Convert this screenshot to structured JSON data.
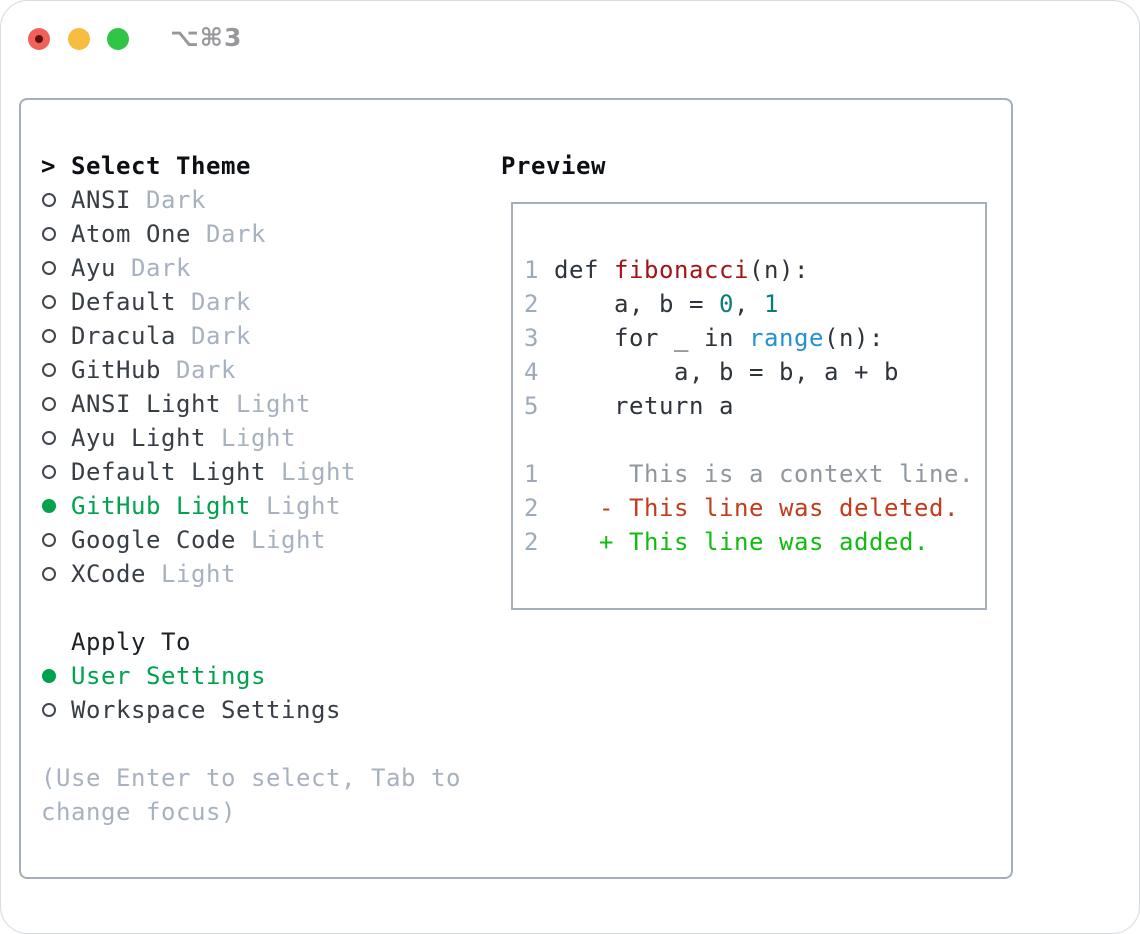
{
  "window": {
    "title": "⌥⌘3",
    "traffic_lights": {
      "close_color": "#f2605a",
      "close_dot_color": "#5a120c",
      "minimize_color": "#f6bd40",
      "zoom_color": "#31c546"
    }
  },
  "theme_picker": {
    "prompt_marker": ">",
    "header": "Select Theme",
    "themes": [
      {
        "name": "ANSI",
        "variant": "Dark",
        "selected": false
      },
      {
        "name": "Atom One",
        "variant": "Dark",
        "selected": false
      },
      {
        "name": "Ayu",
        "variant": "Dark",
        "selected": false
      },
      {
        "name": "Default",
        "variant": "Dark",
        "selected": false
      },
      {
        "name": "Dracula",
        "variant": "Dark",
        "selected": false
      },
      {
        "name": "GitHub",
        "variant": "Dark",
        "selected": false
      },
      {
        "name": "ANSI Light",
        "variant": "Light",
        "selected": false
      },
      {
        "name": "Ayu Light",
        "variant": "Light",
        "selected": false
      },
      {
        "name": "Default Light",
        "variant": "Light",
        "selected": false
      },
      {
        "name": "GitHub Light",
        "variant": "Light",
        "selected": true
      },
      {
        "name": "Google Code",
        "variant": "Light",
        "selected": false
      },
      {
        "name": "XCode",
        "variant": "Light",
        "selected": false
      }
    ]
  },
  "apply_to": {
    "header": "Apply To",
    "options": [
      {
        "label": "User Settings",
        "selected": true
      },
      {
        "label": "Workspace Settings",
        "selected": false
      }
    ]
  },
  "hint": {
    "line1": "(Use Enter to select, Tab to",
    "line2": "change focus)"
  },
  "preview": {
    "header": "Preview",
    "code_lines": [
      {
        "num": "1",
        "segments": [
          {
            "text": "def ",
            "style": "plain"
          },
          {
            "text": "fibonacci",
            "style": "function"
          },
          {
            "text": "(n):",
            "style": "plain"
          }
        ]
      },
      {
        "num": "2",
        "segments": [
          {
            "text": "    a, b = ",
            "style": "plain"
          },
          {
            "text": "0",
            "style": "number"
          },
          {
            "text": ", ",
            "style": "plain"
          },
          {
            "text": "1",
            "style": "number"
          }
        ]
      },
      {
        "num": "3",
        "segments": [
          {
            "text": "    for _ in ",
            "style": "plain"
          },
          {
            "text": "range",
            "style": "builtin"
          },
          {
            "text": "(n):",
            "style": "plain"
          }
        ]
      },
      {
        "num": "4",
        "segments": [
          {
            "text": "        a, b = b, a + b",
            "style": "plain"
          }
        ]
      },
      {
        "num": "5",
        "segments": [
          {
            "text": "    return a",
            "style": "plain"
          }
        ]
      }
    ],
    "diff_lines": [
      {
        "num": "1",
        "segments": [
          {
            "text": "     This is a context line.",
            "style": "context"
          }
        ]
      },
      {
        "num": "2",
        "segments": [
          {
            "text": "   - This line was deleted.",
            "style": "deleted"
          }
        ]
      },
      {
        "num": "2",
        "segments": [
          {
            "text": "   + This line was added.",
            "style": "added"
          }
        ]
      }
    ]
  },
  "colors": {
    "accent-green": "#00a24d",
    "syn-function": "#a31515",
    "syn-number": "#0b7d79",
    "syn-builtin": "#2590d2",
    "diff-deleted": "#c43b1c",
    "diff-added": "#0fbc0f"
  }
}
